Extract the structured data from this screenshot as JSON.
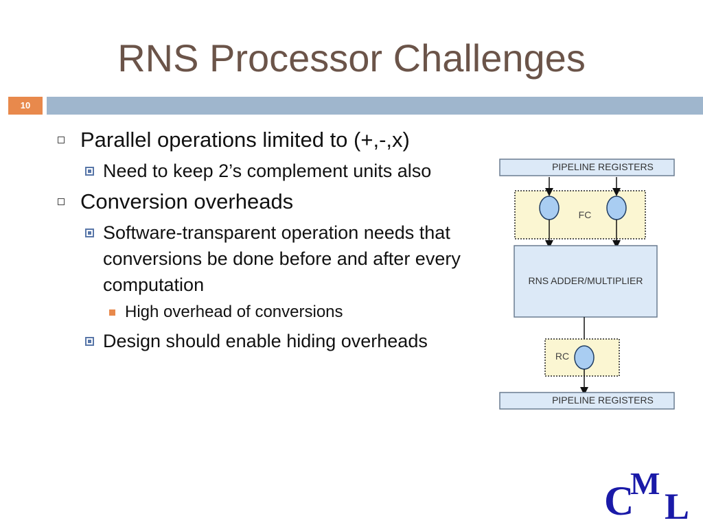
{
  "slide": {
    "title": "RNS Processor Challenges",
    "number": "10"
  },
  "bullets": [
    {
      "level": 1,
      "text": "Parallel operations limited to (+,-,x)"
    },
    {
      "level": 2,
      "text": "Need to keep 2’s complement units also"
    },
    {
      "level": 1,
      "text": "Conversion overheads"
    },
    {
      "level": 2,
      "text": "Software-transparent operation needs that conversions be done before and after every computation"
    },
    {
      "level": 3,
      "text": "High overhead of conversions"
    },
    {
      "level": 2,
      "text": "Design should enable hiding overheads"
    }
  ],
  "diagram": {
    "top_register": "PIPELINE REGISTERS",
    "forward_converter": "FC",
    "adder_multiplier": "RNS ADDER/MULTIPLIER",
    "reverse_converter": "RC",
    "bottom_register": "PIPELINE REGISTERS"
  },
  "logo": {
    "text": "CML"
  },
  "colors": {
    "title": "#6b5449",
    "number_box": "#e8894c",
    "header_bar": "#9fb6cd",
    "level2_bullet": "#5876a8",
    "level3_bullet": "#e8894c",
    "register_fill": "#dce9f7",
    "converter_fill": "#fbf6d2",
    "circle_fill": "#a9cdf2",
    "logo": "#1a1aa8"
  }
}
